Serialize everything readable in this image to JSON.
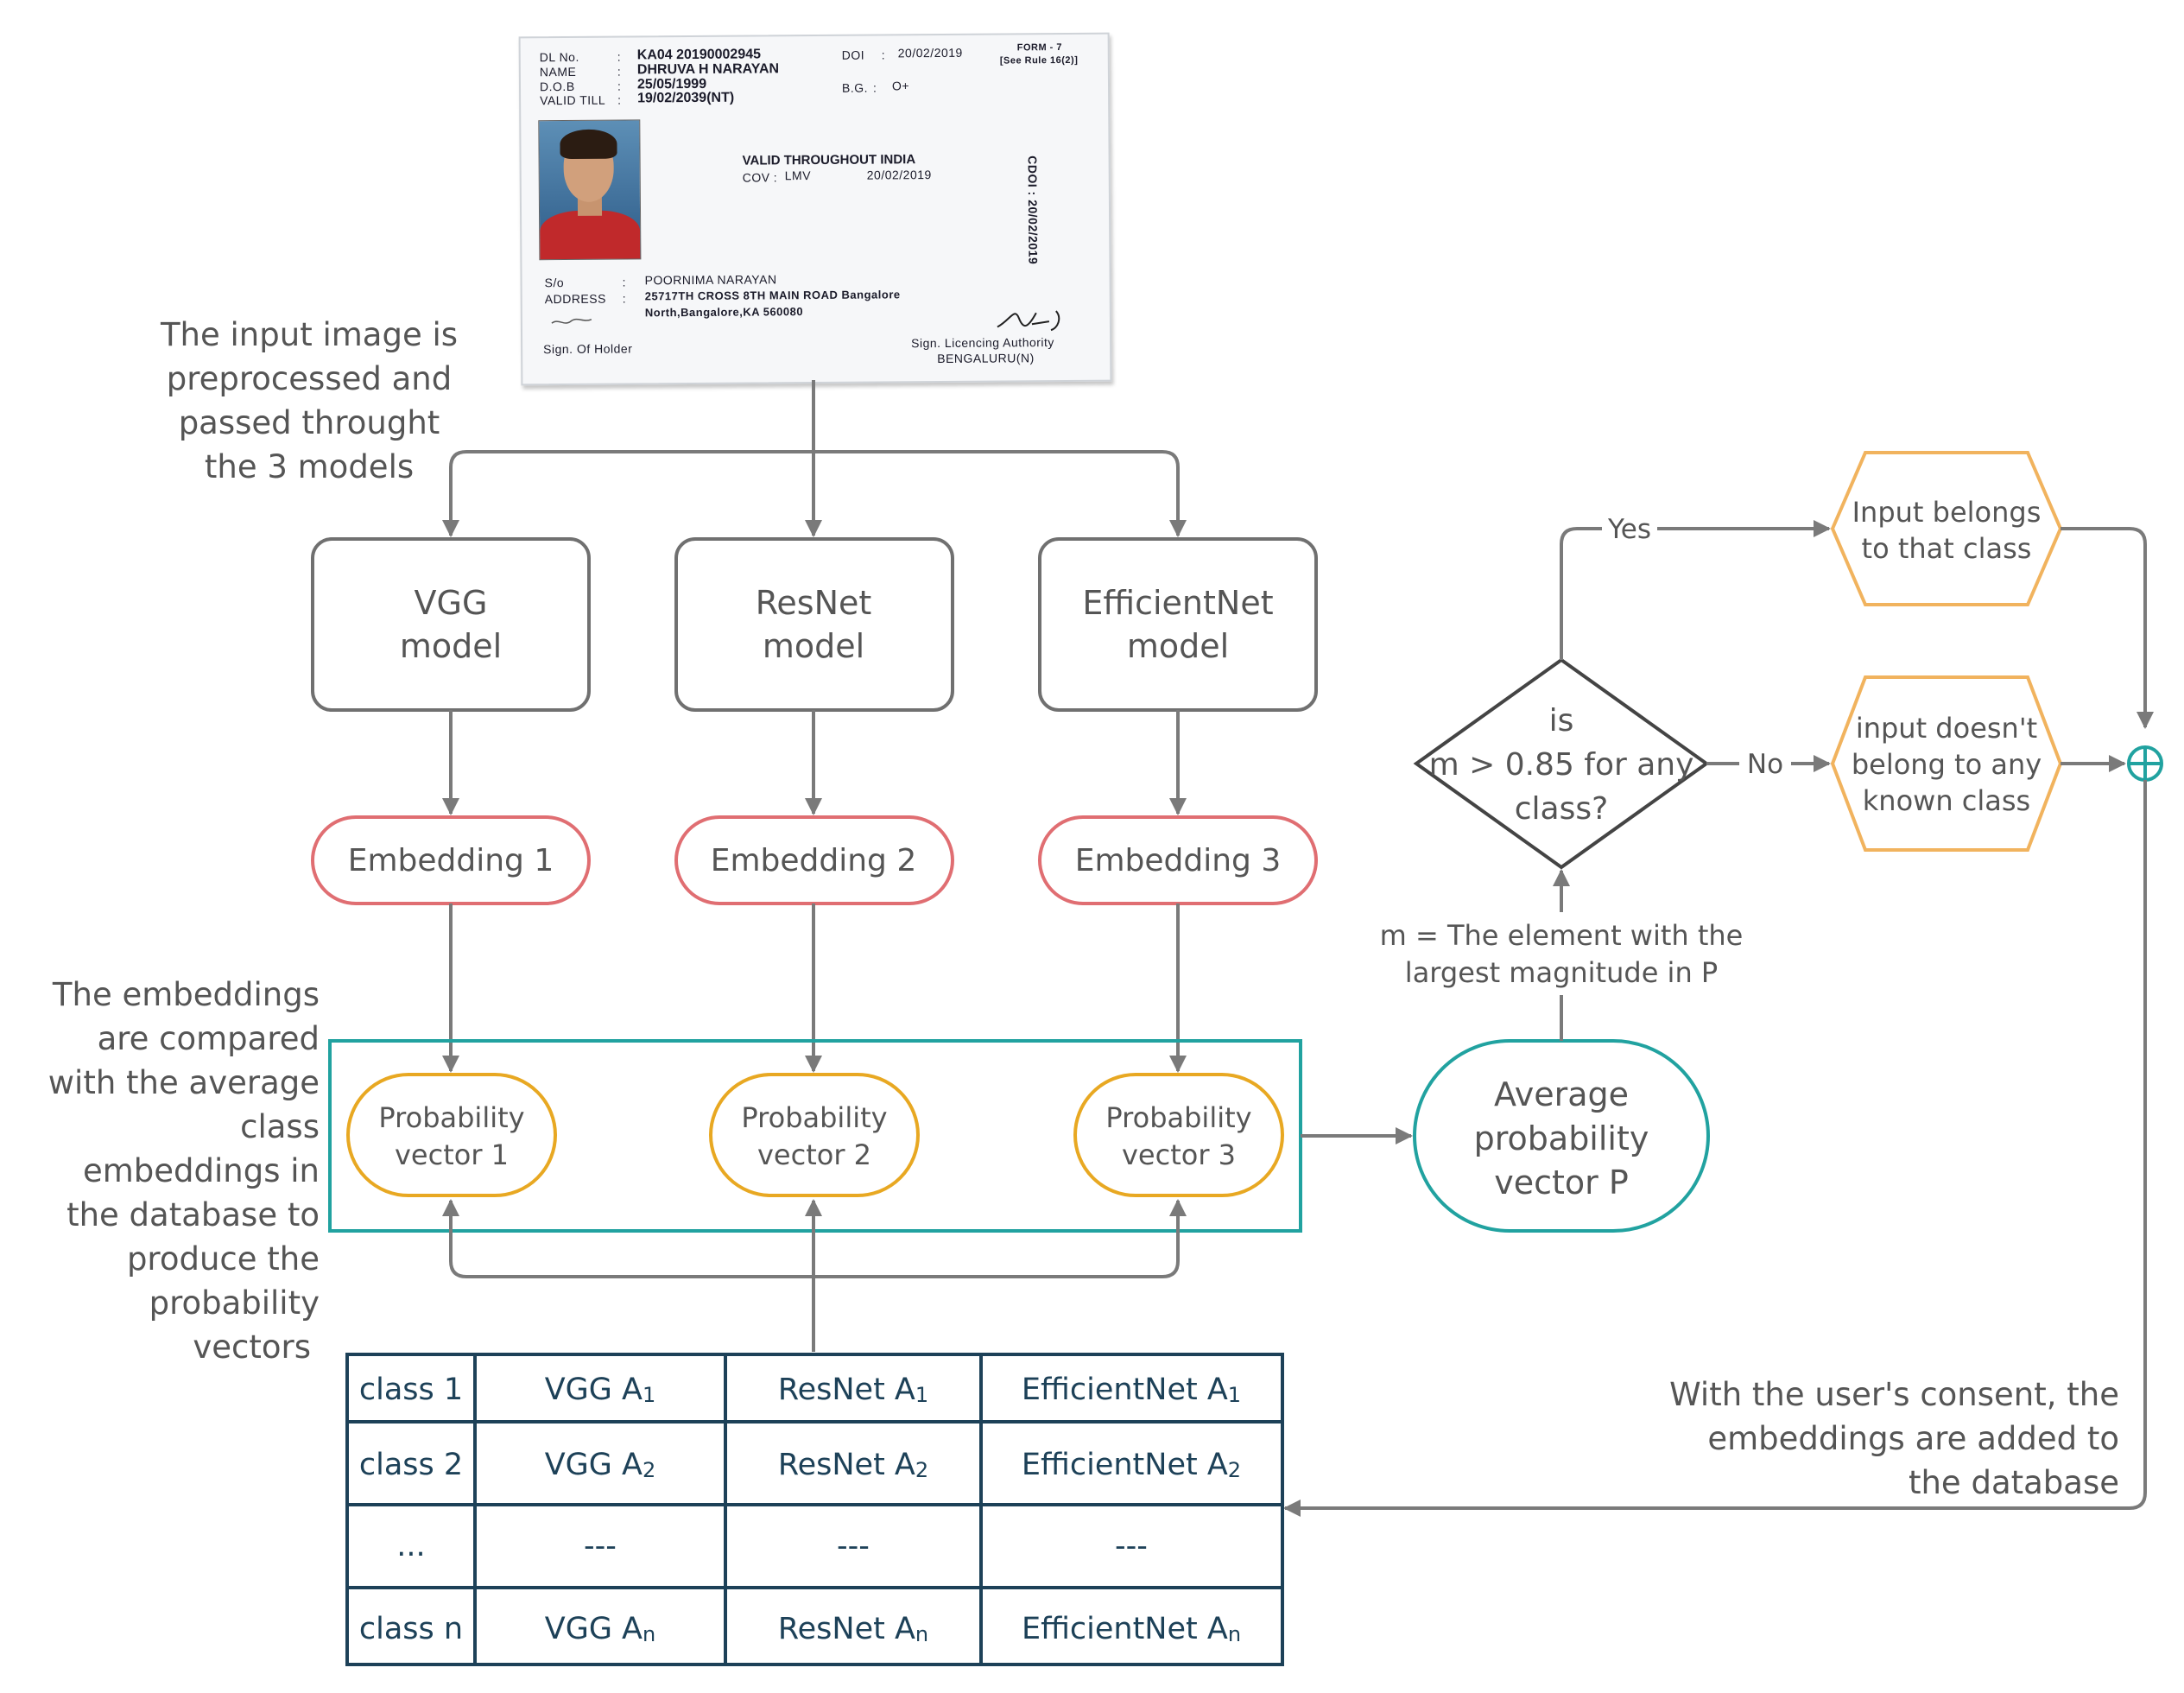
{
  "card": {
    "dl_no_label": "DL No.",
    "dl_no_value": "KA04 20190002945",
    "name_label": "NAME",
    "name_value": "DHRUVA H NARAYAN",
    "dob_label": "D.O.B",
    "dob_value": "25/05/1999",
    "valid_till_label": "VALID TILL",
    "valid_till_value": "19/02/2039(NT)",
    "doi_label": "DOI",
    "doi_value": "20/02/2019",
    "form_line1": "FORM - 7",
    "form_line2": "[See Rule 16(2)]",
    "bg_label": "B.G.",
    "bg_value": "O+",
    "valid_india": "VALID THROUGHOUT INDIA",
    "cov_label": "COV",
    "cov_value": "LMV",
    "cov_date": "20/02/2019",
    "cdoi": "CDOI : 20/02/2019",
    "so_label": "S/o",
    "so_value": "POORNIMA NARAYAN",
    "address_label": "ADDRESS",
    "address_line1": "25717TH CROSS 8TH MAIN ROAD Bangalore",
    "address_line2": "North,Bangalore,KA 560080",
    "sign_holder": "Sign. Of Holder",
    "sign_authority": "Sign. Licencing Authority",
    "authority_place": "BENGALURU(N)"
  },
  "notes": {
    "input": [
      "The input image is",
      "preprocessed and",
      "passed throught",
      "the 3 models"
    ],
    "embeddings": [
      "The embeddings",
      "are compared",
      "with the average",
      "class",
      "embeddings in",
      "the database to",
      "produce the",
      "probability",
      "vectors"
    ],
    "consent": [
      "With the user's consent, the",
      "embeddings are added to",
      "the database"
    ],
    "m_def": [
      "m = The element with the",
      "largest magnitude in P"
    ]
  },
  "models": [
    {
      "line1": "VGG",
      "line2": "model"
    },
    {
      "line1": "ResNet",
      "line2": "model"
    },
    {
      "line1": "EfficientNet",
      "line2": "model"
    }
  ],
  "embeddings": [
    "Embedding 1",
    "Embedding 2",
    "Embedding 3"
  ],
  "prob_vectors": [
    {
      "line1": "Probability",
      "line2": "vector 1"
    },
    {
      "line1": "Probability",
      "line2": "vector 2"
    },
    {
      "line1": "Probability",
      "line2": "vector 3"
    }
  ],
  "average": [
    "Average",
    "probability",
    "vector P"
  ],
  "decision": [
    "is",
    "m > 0.85 for any",
    "class?"
  ],
  "yes_label": "Yes",
  "no_label": "No",
  "yes_result": [
    "Input belongs",
    "to that class"
  ],
  "no_result": [
    "input doesn't",
    "belong to any",
    "known class"
  ],
  "table": {
    "rows": [
      {
        "label": "class 1",
        "vgg": "VGG A",
        "resnet": "ResNet A",
        "eff": "EfficientNet A",
        "sub": "1"
      },
      {
        "label": "class 2",
        "vgg": "VGG A",
        "resnet": "ResNet A",
        "eff": "EfficientNet A",
        "sub": "2"
      },
      {
        "label": "...",
        "vgg": "---",
        "resnet": "---",
        "eff": "---",
        "sub": ""
      },
      {
        "label": "class n",
        "vgg": "VGG A",
        "resnet": "ResNet A",
        "eff": "EfficientNet A",
        "sub": "n"
      }
    ]
  }
}
